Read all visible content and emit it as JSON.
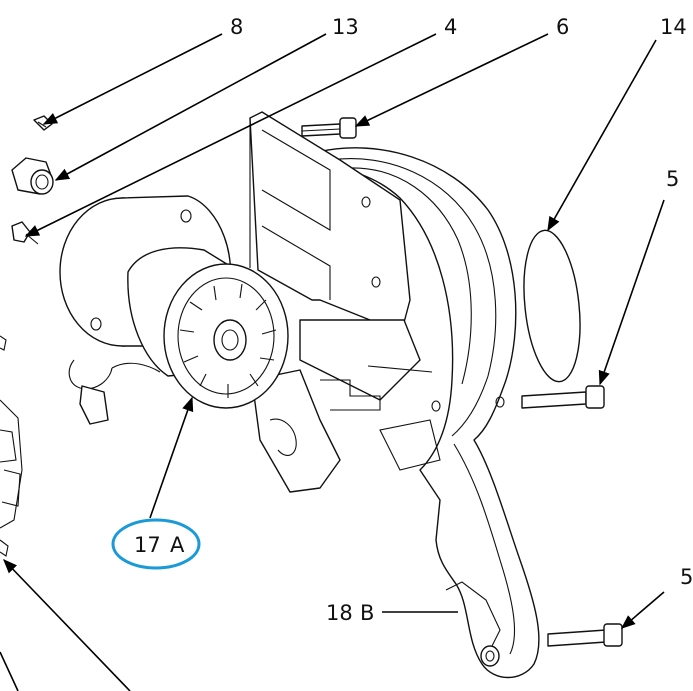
{
  "callouts": {
    "c8": "8",
    "c13": "13",
    "c4": "4",
    "c6": "6",
    "c14": "14",
    "c5a": "5",
    "c5b": "5",
    "c17": "17",
    "c17_sub": "A",
    "c18": "18",
    "c18_sub": "B"
  },
  "colors": {
    "highlight_ring": "#1a9ad6",
    "line": "#000000"
  }
}
